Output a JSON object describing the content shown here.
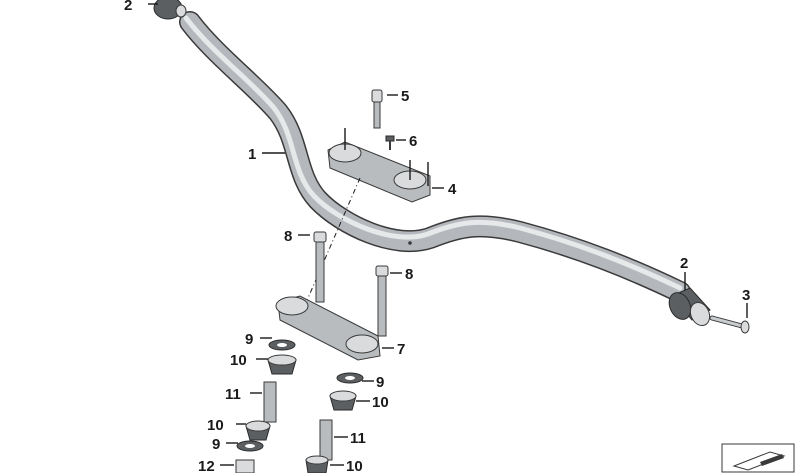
{
  "labels": {
    "l1": "1",
    "l2a": "2",
    "l2b": "2",
    "l3": "3",
    "l4": "4",
    "l5": "5",
    "l6": "6",
    "l7": "7",
    "l8a": "8",
    "l8b": "8",
    "l9a": "9",
    "l9b": "9",
    "l9c": "9",
    "l10a": "10",
    "l10b": "10",
    "l10c": "10",
    "l10d": "10",
    "l11a": "11",
    "l11b": "11",
    "l12": "12"
  },
  "colors": {
    "metal": "#b9bcbf",
    "dark": "#5c5f62",
    "ink": "#1a1a1a"
  }
}
